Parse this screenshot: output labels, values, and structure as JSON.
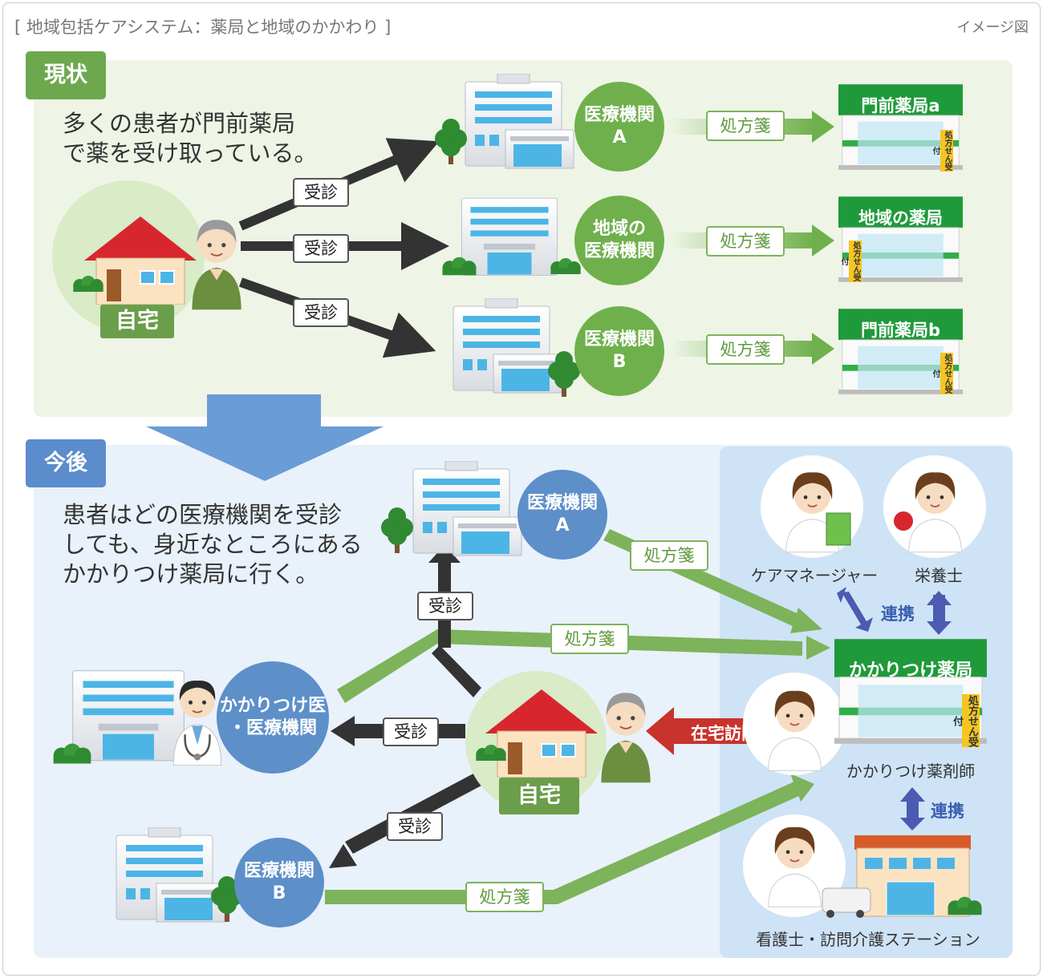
{
  "header": {
    "title": "[ 地域包括ケアシステム：薬局と地域のかかわり ]",
    "note": "イメージ図"
  },
  "current": {
    "tag": "現状",
    "description": "多くの患者が門前薬局\nで薬を受け取っている。",
    "home_label": "自宅",
    "visit_labels": [
      "受診",
      "受診",
      "受診"
    ],
    "institutions": [
      {
        "line1": "医療機関",
        "line2": "A"
      },
      {
        "line1": "地域の",
        "line2": "医療機関"
      },
      {
        "line1": "医療機関",
        "line2": "B"
      }
    ],
    "rx_labels": [
      "処方箋",
      "処方箋",
      "処方箋"
    ],
    "pharmacies": [
      "門前薬局a",
      "地域の薬局",
      "門前薬局b"
    ],
    "sign_text": "処方せん受付"
  },
  "future": {
    "tag": "今後",
    "description": "患者はどの医療機関を受診\nしても、身近なところにある\nかかりつけ薬局に行く。",
    "home_label": "自宅",
    "inst_a": {
      "line1": "医療機関",
      "line2": "A"
    },
    "inst_family": {
      "line1": "かかりつけ医",
      "line2": "・医療機関"
    },
    "inst_b": {
      "line1": "医療機関",
      "line2": "B"
    },
    "visit_labels": {
      "to_a": "受診",
      "to_family": "受診",
      "to_b": "受診"
    },
    "rx_labels": {
      "from_a": "処方箋",
      "from_family": "処方箋",
      "from_b": "処方箋"
    },
    "home_visit": "在宅訪問",
    "pharmacy": "かかりつけ薬局",
    "sign_text": "処方せん受付",
    "link_label_top": "連携",
    "link_label_bottom": "連携",
    "people": {
      "care_manager": "ケアマネージャー",
      "dietitian": "栄養士",
      "pharmacist": "かかりつけ薬剤師",
      "nurse_station": "看護士・訪問介護ステーション"
    }
  },
  "colors": {
    "green_panel": "#eef5e6",
    "blue_panel": "#e9f1fa",
    "blue_side": "#cfe3f6",
    "green_tag": "#6ea84e",
    "blue_tag": "#5b8ccc",
    "green_circle": "#6fb04c",
    "blue_circle": "#5d8fc9",
    "pharmacy_green": "#1f9a3a",
    "home_arrow_red": "#c8332b"
  }
}
